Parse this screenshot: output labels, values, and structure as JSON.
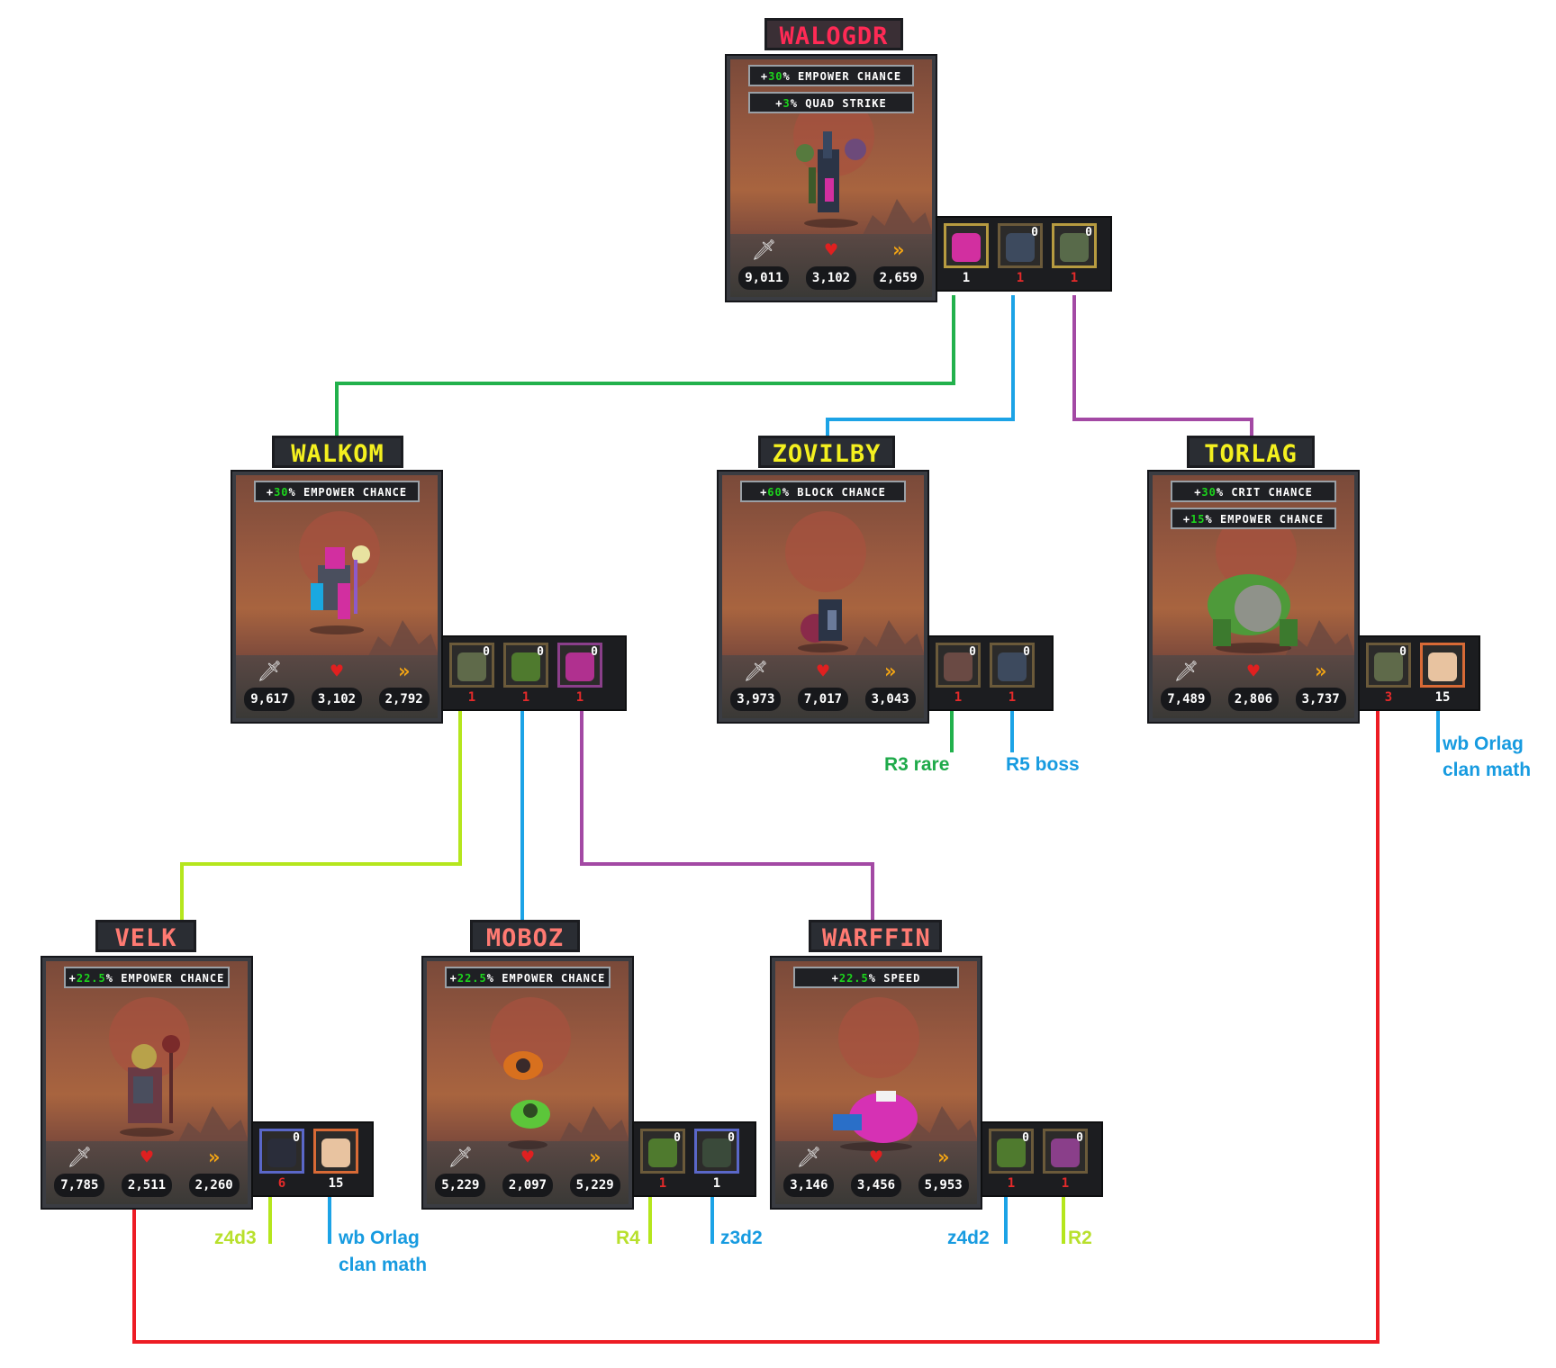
{
  "cards": [
    {
      "id": "walogdr",
      "name": "WALOGDR",
      "name_color": "red",
      "buffs": [
        {
          "pct": "30",
          "text": "% EMPOWER CHANCE"
        },
        {
          "pct": "3",
          "text": "% QUAD STRIKE"
        }
      ],
      "stats": [
        "9,011",
        "3,102",
        "2,659"
      ],
      "runes": [
        {
          "lvl": "",
          "count": "1",
          "count_color": "white",
          "border": "gold",
          "color": "#d22fa0"
        },
        {
          "lvl": "0",
          "count": "1",
          "count_color": "red",
          "border": "brown",
          "color": "#3d4a5e"
        },
        {
          "lvl": "0",
          "count": "1",
          "count_color": "red",
          "border": "gold",
          "color": "#586a4a"
        }
      ]
    },
    {
      "id": "walkom",
      "name": "WALKOM",
      "name_color": "yellow",
      "buffs": [
        {
          "pct": "30",
          "text": "% EMPOWER CHANCE"
        }
      ],
      "stats": [
        "9,617",
        "3,102",
        "2,792"
      ],
      "runes": [
        {
          "lvl": "0",
          "count": "1",
          "count_color": "red",
          "border": "brown",
          "color": "#5f6a4a"
        },
        {
          "lvl": "0",
          "count": "1",
          "count_color": "red",
          "border": "brown",
          "color": "#4f7a2e"
        },
        {
          "lvl": "0",
          "count": "1",
          "count_color": "red",
          "border": "purple",
          "color": "#b0308f"
        }
      ]
    },
    {
      "id": "zovilby",
      "name": "ZOVILBY",
      "name_color": "yellow",
      "buffs": [
        {
          "pct": "60",
          "text": "% BLOCK CHANCE"
        }
      ],
      "stats": [
        "3,973",
        "7,017",
        "3,043"
      ],
      "runes": [
        {
          "lvl": "0",
          "count": "1",
          "count_color": "red",
          "border": "brown",
          "color": "#6a4a44"
        },
        {
          "lvl": "0",
          "count": "1",
          "count_color": "red",
          "border": "brown",
          "color": "#3d4a5e"
        }
      ]
    },
    {
      "id": "torlag",
      "name": "TORLAG",
      "name_color": "yellow",
      "buffs": [
        {
          "pct": "30",
          "text": "% CRIT CHANCE"
        },
        {
          "pct": "15",
          "text": "% EMPOWER CHANCE"
        }
      ],
      "stats": [
        "7,489",
        "2,806",
        "3,737"
      ],
      "runes": [
        {
          "lvl": "0",
          "count": "3",
          "count_color": "red",
          "border": "brown",
          "color": "#5f6a4a"
        },
        {
          "lvl": "",
          "count": "15",
          "count_color": "white",
          "border": "orange",
          "color": "#e8c3a0"
        }
      ]
    },
    {
      "id": "velk",
      "name": "VELK",
      "name_color": "salmon",
      "buffs": [
        {
          "pct": "22.5",
          "text": "% EMPOWER CHANCE"
        }
      ],
      "stats": [
        "7,785",
        "2,511",
        "2,260"
      ],
      "runes": [
        {
          "lvl": "0",
          "count": "6",
          "count_color": "red",
          "border": "blue",
          "color": "#2a2d3a"
        },
        {
          "lvl": "",
          "count": "15",
          "count_color": "white",
          "border": "orange",
          "color": "#e8c3a0"
        }
      ]
    },
    {
      "id": "moboz",
      "name": "MOBOZ",
      "name_color": "salmon",
      "buffs": [
        {
          "pct": "22.5",
          "text": "% EMPOWER CHANCE"
        }
      ],
      "stats": [
        "5,229",
        "2,097",
        "5,229"
      ],
      "runes": [
        {
          "lvl": "0",
          "count": "1",
          "count_color": "red",
          "border": "brown",
          "color": "#4f7a2e"
        },
        {
          "lvl": "0",
          "count": "1",
          "count_color": "white",
          "border": "blue",
          "color": "#3a4a3a"
        }
      ]
    },
    {
      "id": "warffin",
      "name": "WARFFIN",
      "name_color": "salmon",
      "buffs": [
        {
          "pct": "22.5",
          "text": "% SPEED"
        }
      ],
      "stats": [
        "3,146",
        "3,456",
        "5,953"
      ],
      "runes": [
        {
          "lvl": "0",
          "count": "1",
          "count_color": "red",
          "border": "brown",
          "color": "#4f7a2e"
        },
        {
          "lvl": "0",
          "count": "1",
          "count_color": "red",
          "border": "brown",
          "color": "#8a3f8a"
        }
      ]
    }
  ],
  "annotations": {
    "zovilby_r1": "R3 rare",
    "zovilby_r2": "R5 boss",
    "torlag_r2_line1": "wb Orlag",
    "torlag_r2_line2": "clan math",
    "velk_r1": "z4d3",
    "velk_r2_line1": "wb Orlag",
    "velk_r2_line2": "clan math",
    "moboz_r1": "R4",
    "moboz_r2": "z3d2",
    "warffin_r1": "z4d2",
    "warffin_r2": "R2"
  },
  "colors": {
    "green": "#22b14c",
    "blue": "#1ca3e6",
    "purple": "#a349a4",
    "lime": "#b5e61d",
    "red": "#ed1c24"
  }
}
